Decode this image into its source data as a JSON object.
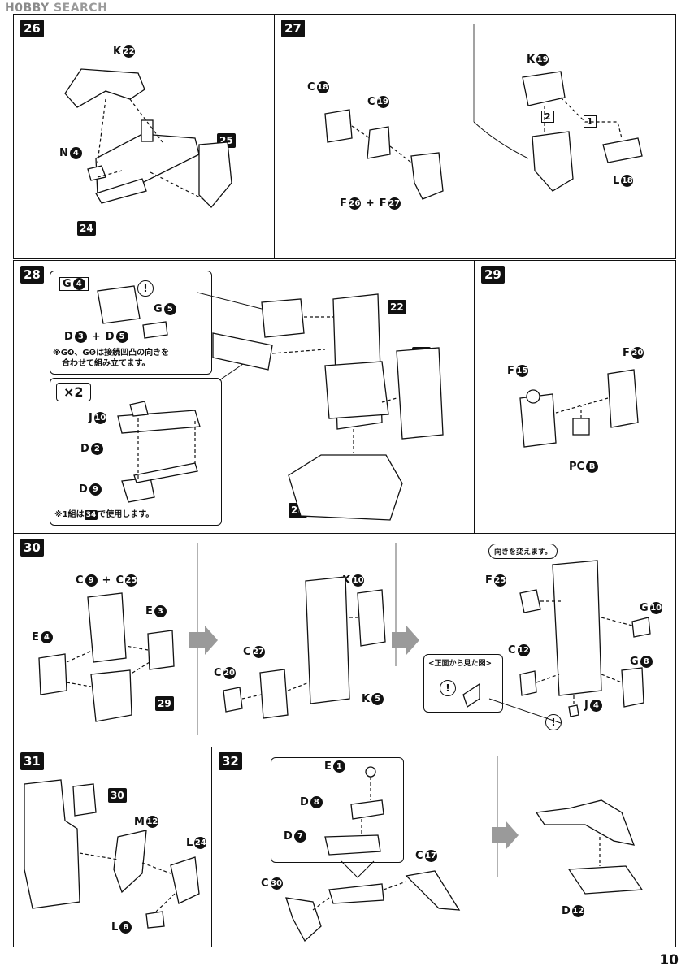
{
  "watermark": {
    "brand": "H0BBY",
    "suffix": "SEARCH"
  },
  "page_number": "10",
  "steps": {
    "s26": {
      "number": "26",
      "labels": {
        "k": "K",
        "k_n": "22",
        "n": "N",
        "n_n": "4",
        "ref25": "25",
        "ref24": "24"
      }
    },
    "s27": {
      "number": "27",
      "labels": {
        "c1": "C",
        "c1_n": "18",
        "c2": "C",
        "c2_n": "19",
        "f_formula_a": "F",
        "f_a_n": "26",
        "plus": "+",
        "f_formula_b": "F",
        "f_b_n": "27",
        "k": "K",
        "k_n": "19",
        "l": "L",
        "l_n": "18",
        "order1": "1",
        "order2": "2"
      }
    },
    "s28": {
      "number": "28",
      "labels": {
        "g": "G",
        "g_n": "4",
        "g5": "G",
        "g5_n": "5",
        "d3": "D",
        "d3_n": "3",
        "plus": "+",
        "d5": "D",
        "d5_n": "5",
        "note_line1": "※G❹、G❺は接続凹凸の向きを",
        "note_line2": "合わせて組み立てます。",
        "times": "×2",
        "j": "J",
        "j_n": "10",
        "d2": "D",
        "d2_n": "2",
        "d9": "D",
        "d9_n": "9",
        "note2_a": "※1組は",
        "note2_ref": "34",
        "note2_b": "で使用します。",
        "ref22": "22",
        "ref27": "27",
        "ref26": "26"
      }
    },
    "s29": {
      "number": "29",
      "labels": {
        "f15": "F",
        "f15_n": "15",
        "f20": "F",
        "f20_n": "20",
        "pc": "PC",
        "pc_n": "B"
      }
    },
    "s30": {
      "number": "30",
      "labels": {
        "c9": "C",
        "c9_n": "9",
        "plus": "+",
        "c25": "C",
        "c25_n": "25",
        "e3": "E",
        "e3_n": "3",
        "e4": "E",
        "e4_n": "4",
        "ref29": "29",
        "k10": "K",
        "k10_n": "10",
        "c27": "C",
        "c27_n": "27",
        "c20": "C",
        "c20_n": "20",
        "k5": "K",
        "k5_n": "5",
        "f25": "F",
        "f25_n": "25",
        "g10": "G",
        "g10_n": "10",
        "c12": "C",
        "c12_n": "12",
        "g8": "G",
        "g8_n": "8",
        "j4": "J",
        "j4_n": "4",
        "rotate_note": "向きを変えます。",
        "front_view": "<正面から見た図>"
      }
    },
    "s31": {
      "number": "31",
      "labels": {
        "ref30": "30",
        "m12": "M",
        "m12_n": "12",
        "l24": "L",
        "l24_n": "24",
        "l8": "L",
        "l8_n": "8"
      }
    },
    "s32": {
      "number": "32",
      "labels": {
        "e1": "E",
        "e1_n": "1",
        "d8": "D",
        "d8_n": "8",
        "d7": "D",
        "d7_n": "7",
        "c17": "C",
        "c17_n": "17",
        "c30": "C",
        "c30_n": "30",
        "d12": "D",
        "d12_n": "12"
      }
    }
  }
}
